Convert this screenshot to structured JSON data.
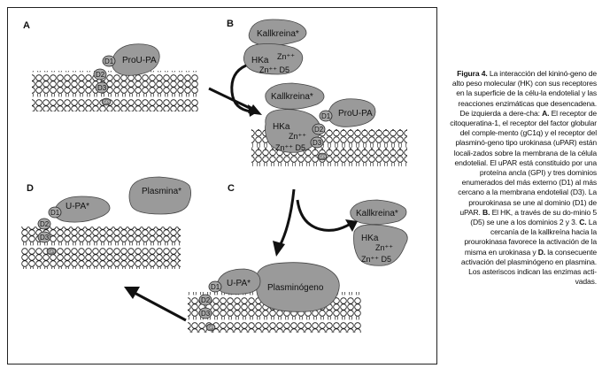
{
  "panels": {
    "A": {
      "letter": "A",
      "prou_pa": "ProU-PA",
      "d1": "D1",
      "d2": "D2",
      "d3": "D3",
      "gpi": "GPI"
    },
    "B": {
      "letter": "B",
      "kallikrein_top": "Kallkreina*",
      "hka": "HKa",
      "zn1": "Zn⁺⁺",
      "zn_d5": "Zn⁺⁺ D5",
      "kallikrein": "Kallkreina*",
      "hka2": "HKa",
      "zn2": "Zn⁺⁺",
      "zn_d5_2": "Zn⁺⁺ D5",
      "prou_pa": "ProU-PA",
      "d1": "D1",
      "d2": "D2",
      "d3": "D3",
      "gpi": "GPI"
    },
    "C": {
      "letter": "C",
      "kallikrein": "Kallkreina*",
      "hka": "HKa",
      "zn1": "Zn⁺⁺",
      "zn_d5": "Zn⁺⁺ D5",
      "upa": "U-PA*",
      "plasminogen": "Plasminógeno",
      "d1": "D1",
      "d2": "D2",
      "d3": "D3",
      "gpi": "GPI"
    },
    "D": {
      "letter": "D",
      "upa": "U-PA*",
      "plasmin": "Plasmina*",
      "d1": "D1",
      "d2": "D2",
      "d3": "D3",
      "gpi": "GPI"
    }
  },
  "caption": {
    "title": "Figura 4.",
    "lead": " La interacción del kininó-geno de alto peso molecular (HK) con sus receptores en la superficie de la célu-la endotelial y las reacciones enzimáticas que desencadena. De izquierda a dere-cha: ",
    "a_label": "A.",
    "a_text": " El receptor de citoqueratina-1, el receptor del factor globular del comple-mento (gC1q) y el receptor del plasminó-geno tipo urokinasa (uPAR) están locali-zados sobre la membrana de la célula endotelial. El uPAR está constituido por una proteína ancla (GPI) y tres dominios enumerados del más externo (D1) al más cercano a la membrana endotelial (D3). La prourokinasa se une al dominio (D1) de uPAR. ",
    "b_label": "B.",
    "b_text": " El HK, a través de su do-minio 5 (D5) se une a los dominios 2 y 3. ",
    "c_label": "C.",
    "c_text": " La cercanía de la kallkreína hacia la prourokinasa favorece la activación de la misma en urokinasa y ",
    "d_label": "D.",
    "d_text": " la consecuente activación del plasminógeno en plasmina. Los asteriscos indican las enzimas acti-vadas."
  }
}
